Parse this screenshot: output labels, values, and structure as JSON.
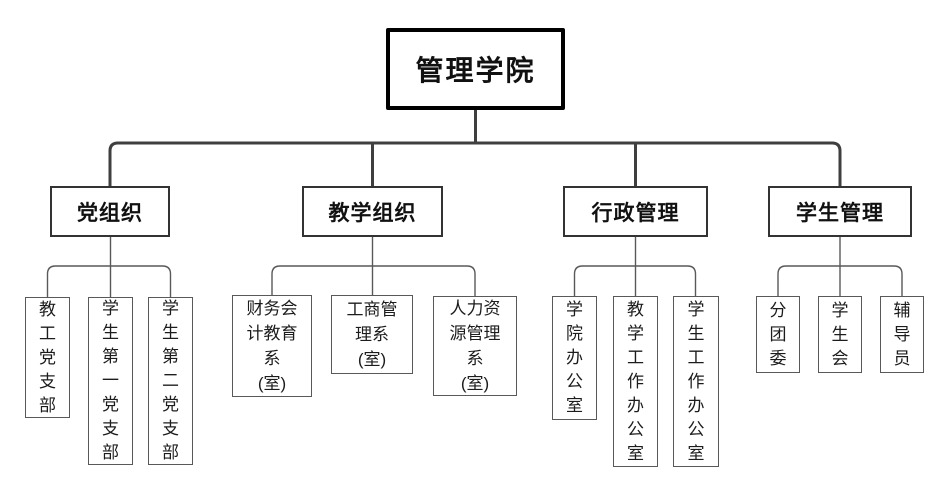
{
  "org_chart": {
    "title": "管理学院",
    "root": {
      "label": "管理学院"
    },
    "groups": [
      {
        "label": "党组织",
        "children": [
          {
            "label": "教\n工\n党\n支\n部"
          },
          {
            "label": "学\n生\n第\n一\n党\n支\n部"
          },
          {
            "label": "学\n生\n第\n二\n党\n支\n部"
          }
        ]
      },
      {
        "label": "教学组织",
        "children": [
          {
            "label": "财务会\n计教育\n系\n(室)"
          },
          {
            "label": "工商管\n理系\n(室)"
          },
          {
            "label": "人力资\n源管理\n系\n(室)"
          }
        ]
      },
      {
        "label": "行政管理",
        "children": [
          {
            "label": "学\n院\n办\n公\n室"
          },
          {
            "label": "教\n学\n工\n作\n办\n公\n室"
          },
          {
            "label": "学\n生\n工\n作\n办\n公\n室"
          }
        ]
      },
      {
        "label": "学生管理",
        "children": [
          {
            "label": "分\n团\n委"
          },
          {
            "label": "学\n生\n会"
          },
          {
            "label": "辅\n导\n员"
          }
        ]
      }
    ],
    "colors": {
      "background": "#ffffff",
      "root_border": "#000000",
      "branch_border": "#333333",
      "leaf_border": "#595959",
      "thick_connector": "#3f3f3f",
      "thin_connector": "#595959",
      "text": "#111111"
    }
  }
}
